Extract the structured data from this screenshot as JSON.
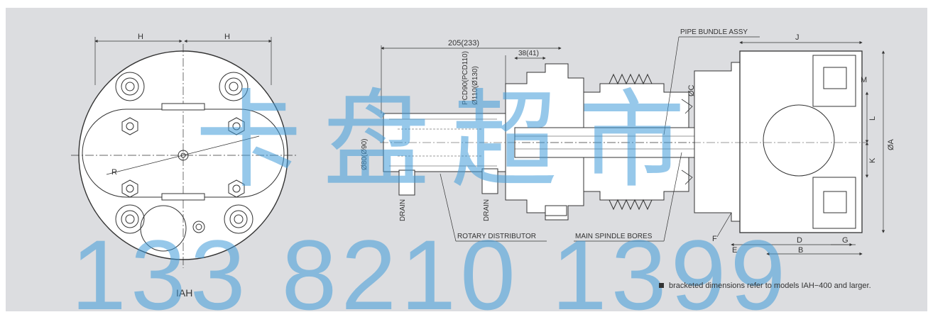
{
  "left_view": {
    "caption": "IAH",
    "dims": {
      "h_left": "H",
      "h_right": "H",
      "radius": "R"
    }
  },
  "section_view": {
    "dims": {
      "overall": "205(233)",
      "rear": "38(41)",
      "pcd": "PCD90(PCD110)",
      "bore": "Ø110(Ø130)",
      "body_dia": "Ø80(Ø90)",
      "c": "ØC",
      "a": "ØA",
      "j": "J",
      "m": "M",
      "l": "L",
      "k": "K",
      "d": "D",
      "g": "G",
      "b": "B",
      "e": "E",
      "f": "F"
    },
    "callouts": {
      "pipe_bundle": "PIPE BUNDLE ASSY",
      "rotary_distributor": "ROTARY DISTRIBUTOR",
      "main_spindle": "MAIN SPINDLE BORES",
      "drain_1": "DRAIN",
      "drain_2": "DRAIN"
    }
  },
  "note": "bracketed dimensions refer to models IAH−400 and larger.",
  "watermark": {
    "chinese": "卡盘超市",
    "phone": "133 8210 1399"
  },
  "colors": {
    "panel": "#dcdde0",
    "line": "#333333",
    "watermark": "#3f9ad8"
  }
}
